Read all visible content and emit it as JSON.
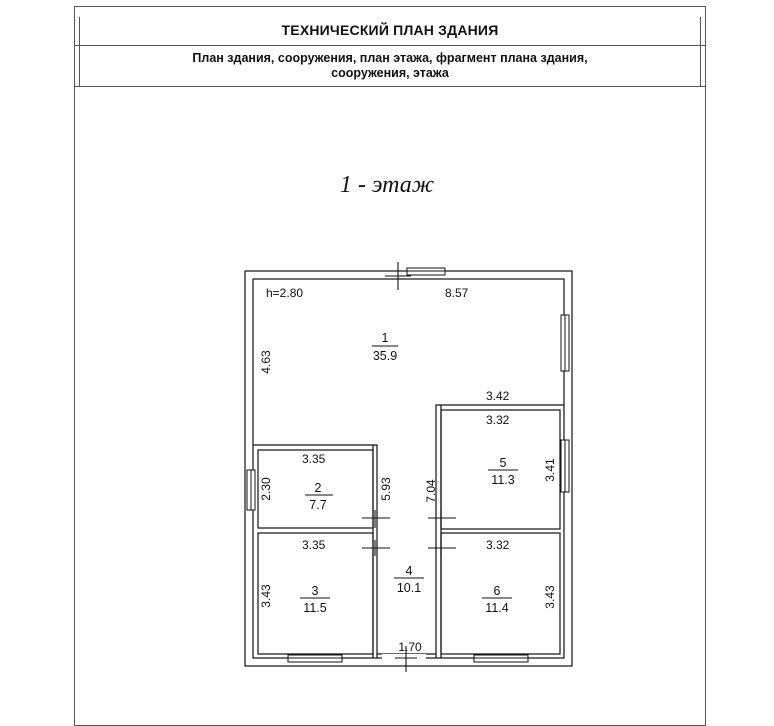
{
  "header": {
    "title": "ТЕХНИЧЕСКИЙ ПЛАН ЗДАНИЯ",
    "subtitle_line1": "План здания, сооружения, план этажа, фрагмент плана здания,",
    "subtitle_line2": "сооружения, этажа"
  },
  "floor": {
    "label": "1 - этаж",
    "height_note": "h=2.80"
  },
  "rooms": [
    {
      "number": "1",
      "area": "35.9"
    },
    {
      "number": "2",
      "area": "7.7"
    },
    {
      "number": "3",
      "area": "11.5"
    },
    {
      "number": "4",
      "area": "10.1"
    },
    {
      "number": "5",
      "area": "11.3"
    },
    {
      "number": "6",
      "area": "11.4"
    }
  ],
  "dimensions": {
    "top_width": "8.57",
    "room1_left": "4.63",
    "room1_step": "3.42",
    "room5_top": "3.32",
    "room5_right": "3.41",
    "room2_top": "3.35",
    "room2_left": "2.30",
    "corridor_left": "5.93",
    "corridor_right": "7.04",
    "room3_top": "3.35",
    "room3_left": "3.43",
    "room6_top": "3.32",
    "room6_right": "3.43",
    "corridor_bottom": "1.70"
  }
}
